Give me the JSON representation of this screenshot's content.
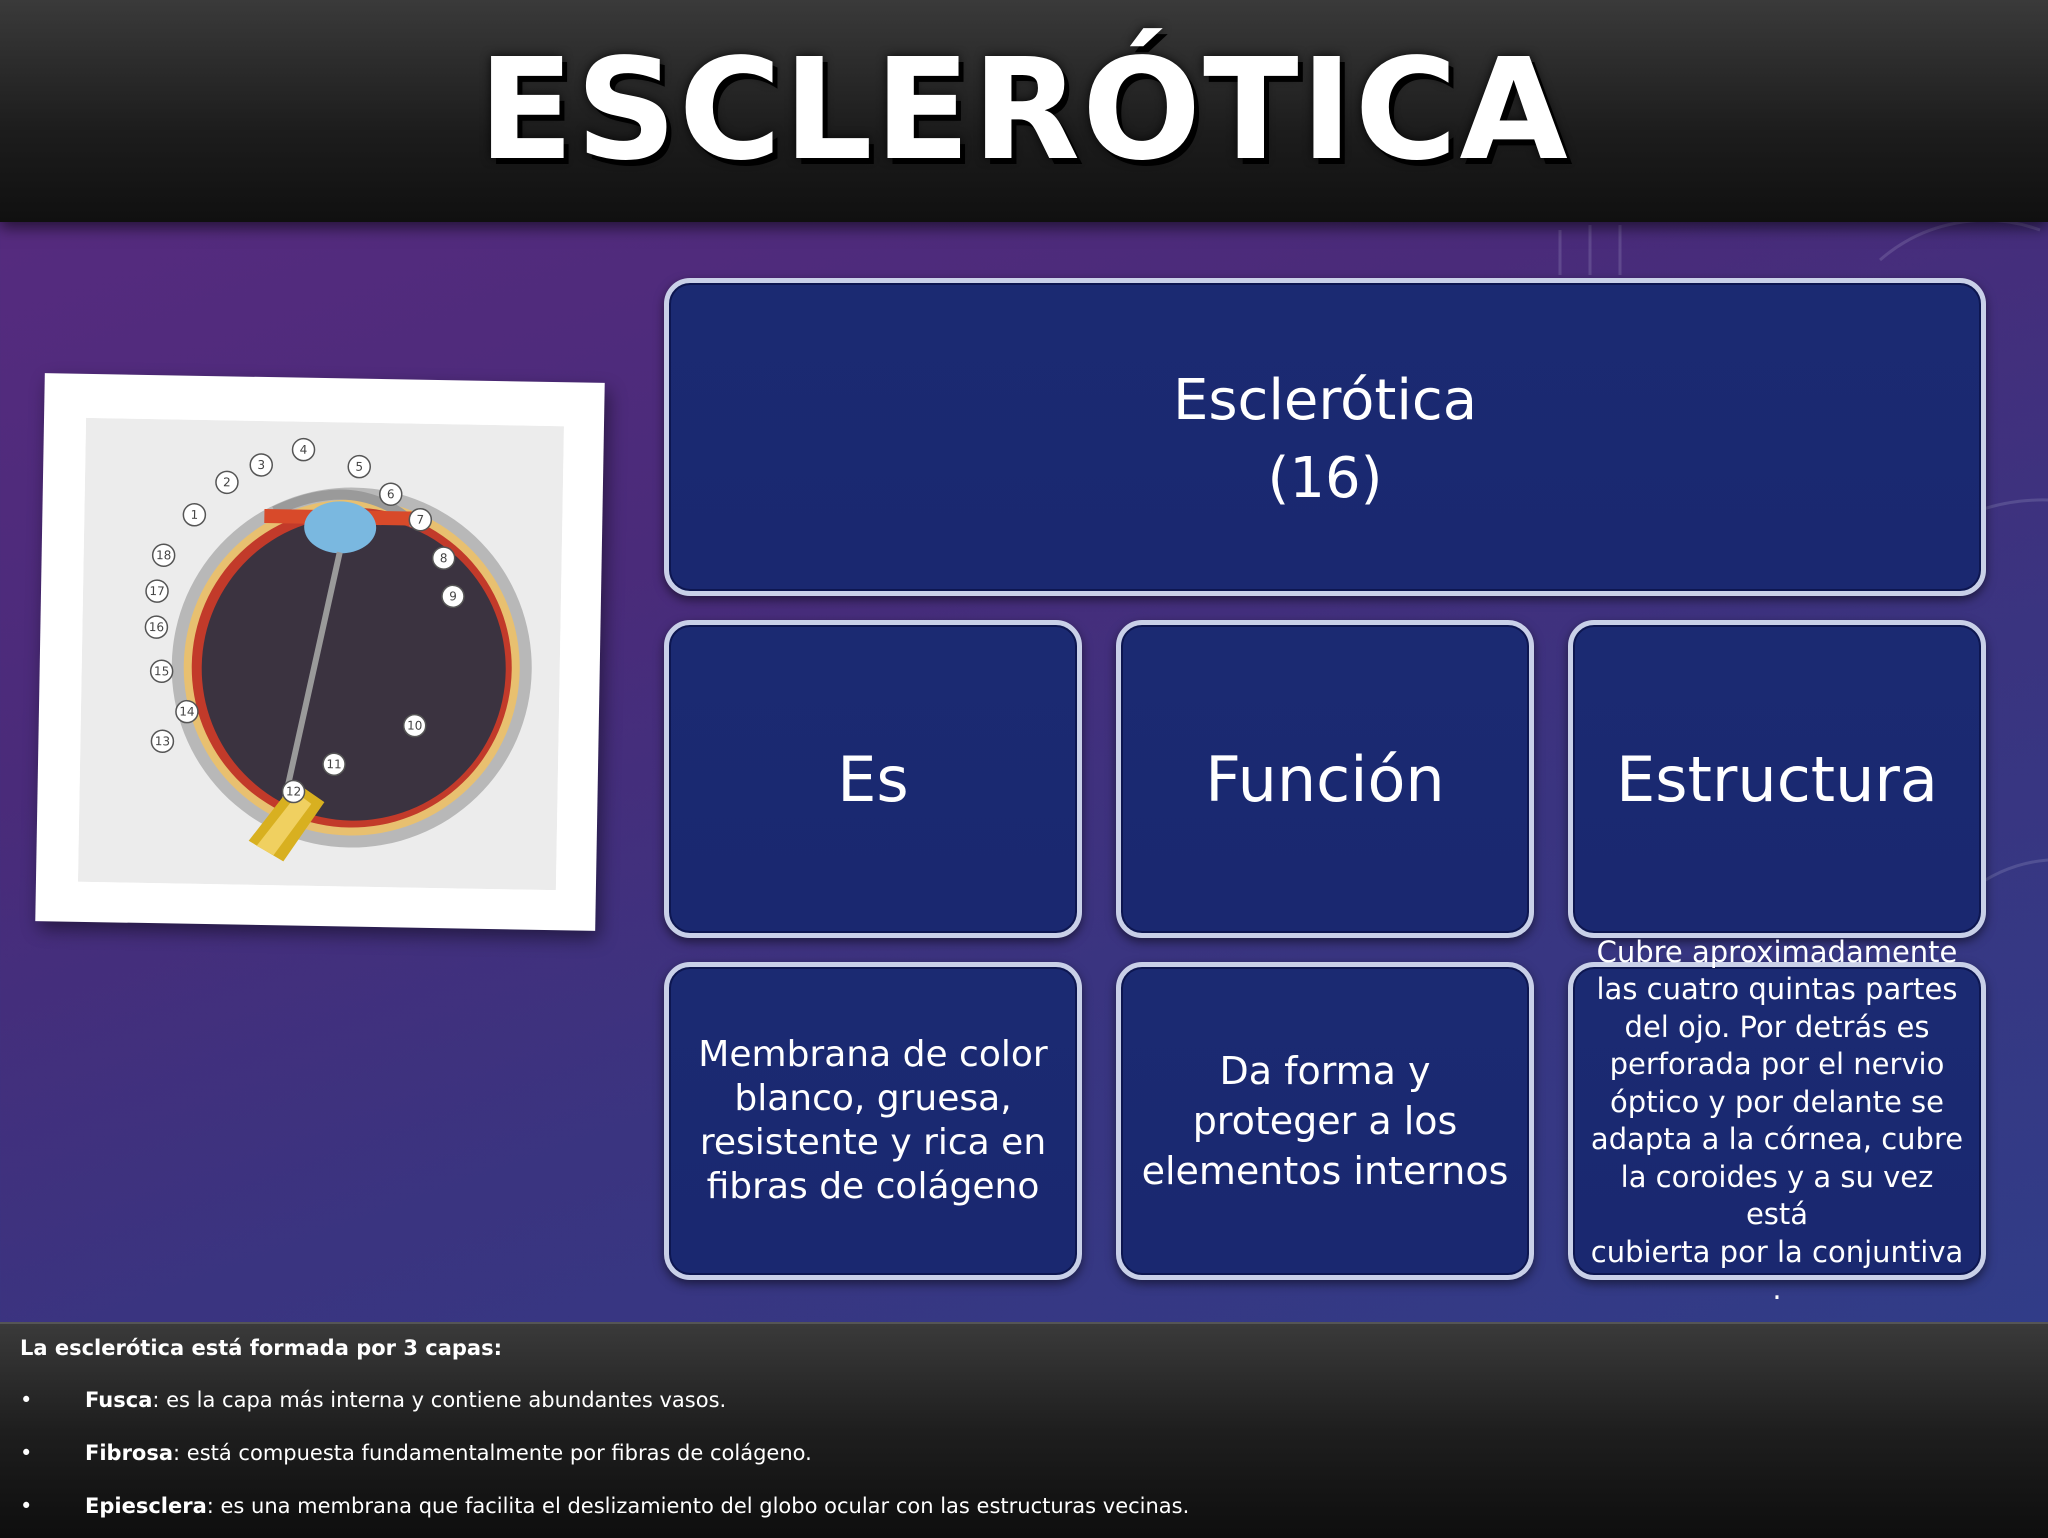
{
  "slide": {
    "title": "ESCLERÓTICA",
    "image": {
      "icon": "eye-anatomy-diagram",
      "labels": [
        "1",
        "2",
        "3",
        "4",
        "5",
        "6",
        "7",
        "8",
        "9",
        "10",
        "11",
        "12",
        "13",
        "14",
        "15",
        "16",
        "17",
        "18"
      ]
    },
    "diagram": {
      "root": {
        "line1": "Esclerótica",
        "line2": "(16)"
      },
      "headers": [
        "Es",
        "Función",
        "Estructura"
      ],
      "descriptions": [
        "Membrana de color\nblanco, gruesa,\nresistente y rica en\nfibras de colágeno",
        "Da forma y\nproteger a los\nelementos internos",
        "Cubre aproximadamente\nlas cuatro quintas partes\ndel ojo. Por detrás es\nperforada por el nervio\nóptico y por delante se\nadapta a la córnea, cubre\nla coroides y a su vez está\ncubierta por la conjuntiva ."
      ]
    },
    "notes": {
      "intro": "La esclerótica está formada por 3 capas:",
      "bullet_symbol": "•",
      "items": [
        {
          "term": "Fusca",
          "text": ": es la capa más interna y contiene abundantes vasos."
        },
        {
          "term": "Fibrosa",
          "text": ": está compuesta fundamentalmente por fibras de colágeno."
        },
        {
          "term": "Epiesclera",
          "text": ": es una membrana que facilita el deslizamiento del globo ocular con las estructuras vecinas."
        }
      ]
    },
    "colors": {
      "box_fill": "#1b2a72",
      "box_border": "#c9d0e8",
      "bar": "#1c1c1c"
    }
  }
}
